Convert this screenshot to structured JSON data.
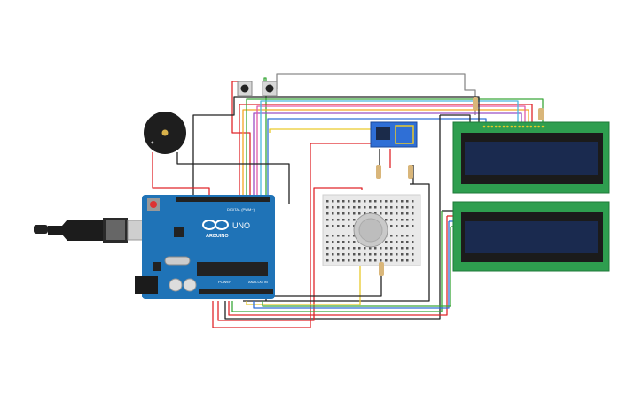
{
  "arduino": {
    "brand": "ARDUINO",
    "model": "UNO",
    "digital_label": "DIGITAL (PWM~)",
    "power_label": "POWER",
    "analog_label": "ANALOG IN"
  },
  "buzzer": {
    "plus": "+",
    "minus": "-"
  },
  "colors": {
    "board": "#1f73b7",
    "lcd_pcb": "#2e9e4f",
    "lcd_screen": "#1a2a4f",
    "wire_red": "#e0262b",
    "wire_black": "#222222",
    "wire_orange": "#f5a623",
    "wire_yellow": "#e9c92b",
    "wire_green": "#3aa83a",
    "wire_blue": "#2f6fd6",
    "wire_purple": "#9b4fc4",
    "wire_pink": "#e35aa6",
    "wire_gray": "#8a8a8a",
    "wire_cyan": "#49b8e0"
  },
  "icons": [
    "usb-cable-icon",
    "buzzer-icon",
    "pushbutton-icon",
    "wifi-module-icon",
    "gas-sensor-icon",
    "resistor-icon",
    "lcd-display-icon"
  ]
}
